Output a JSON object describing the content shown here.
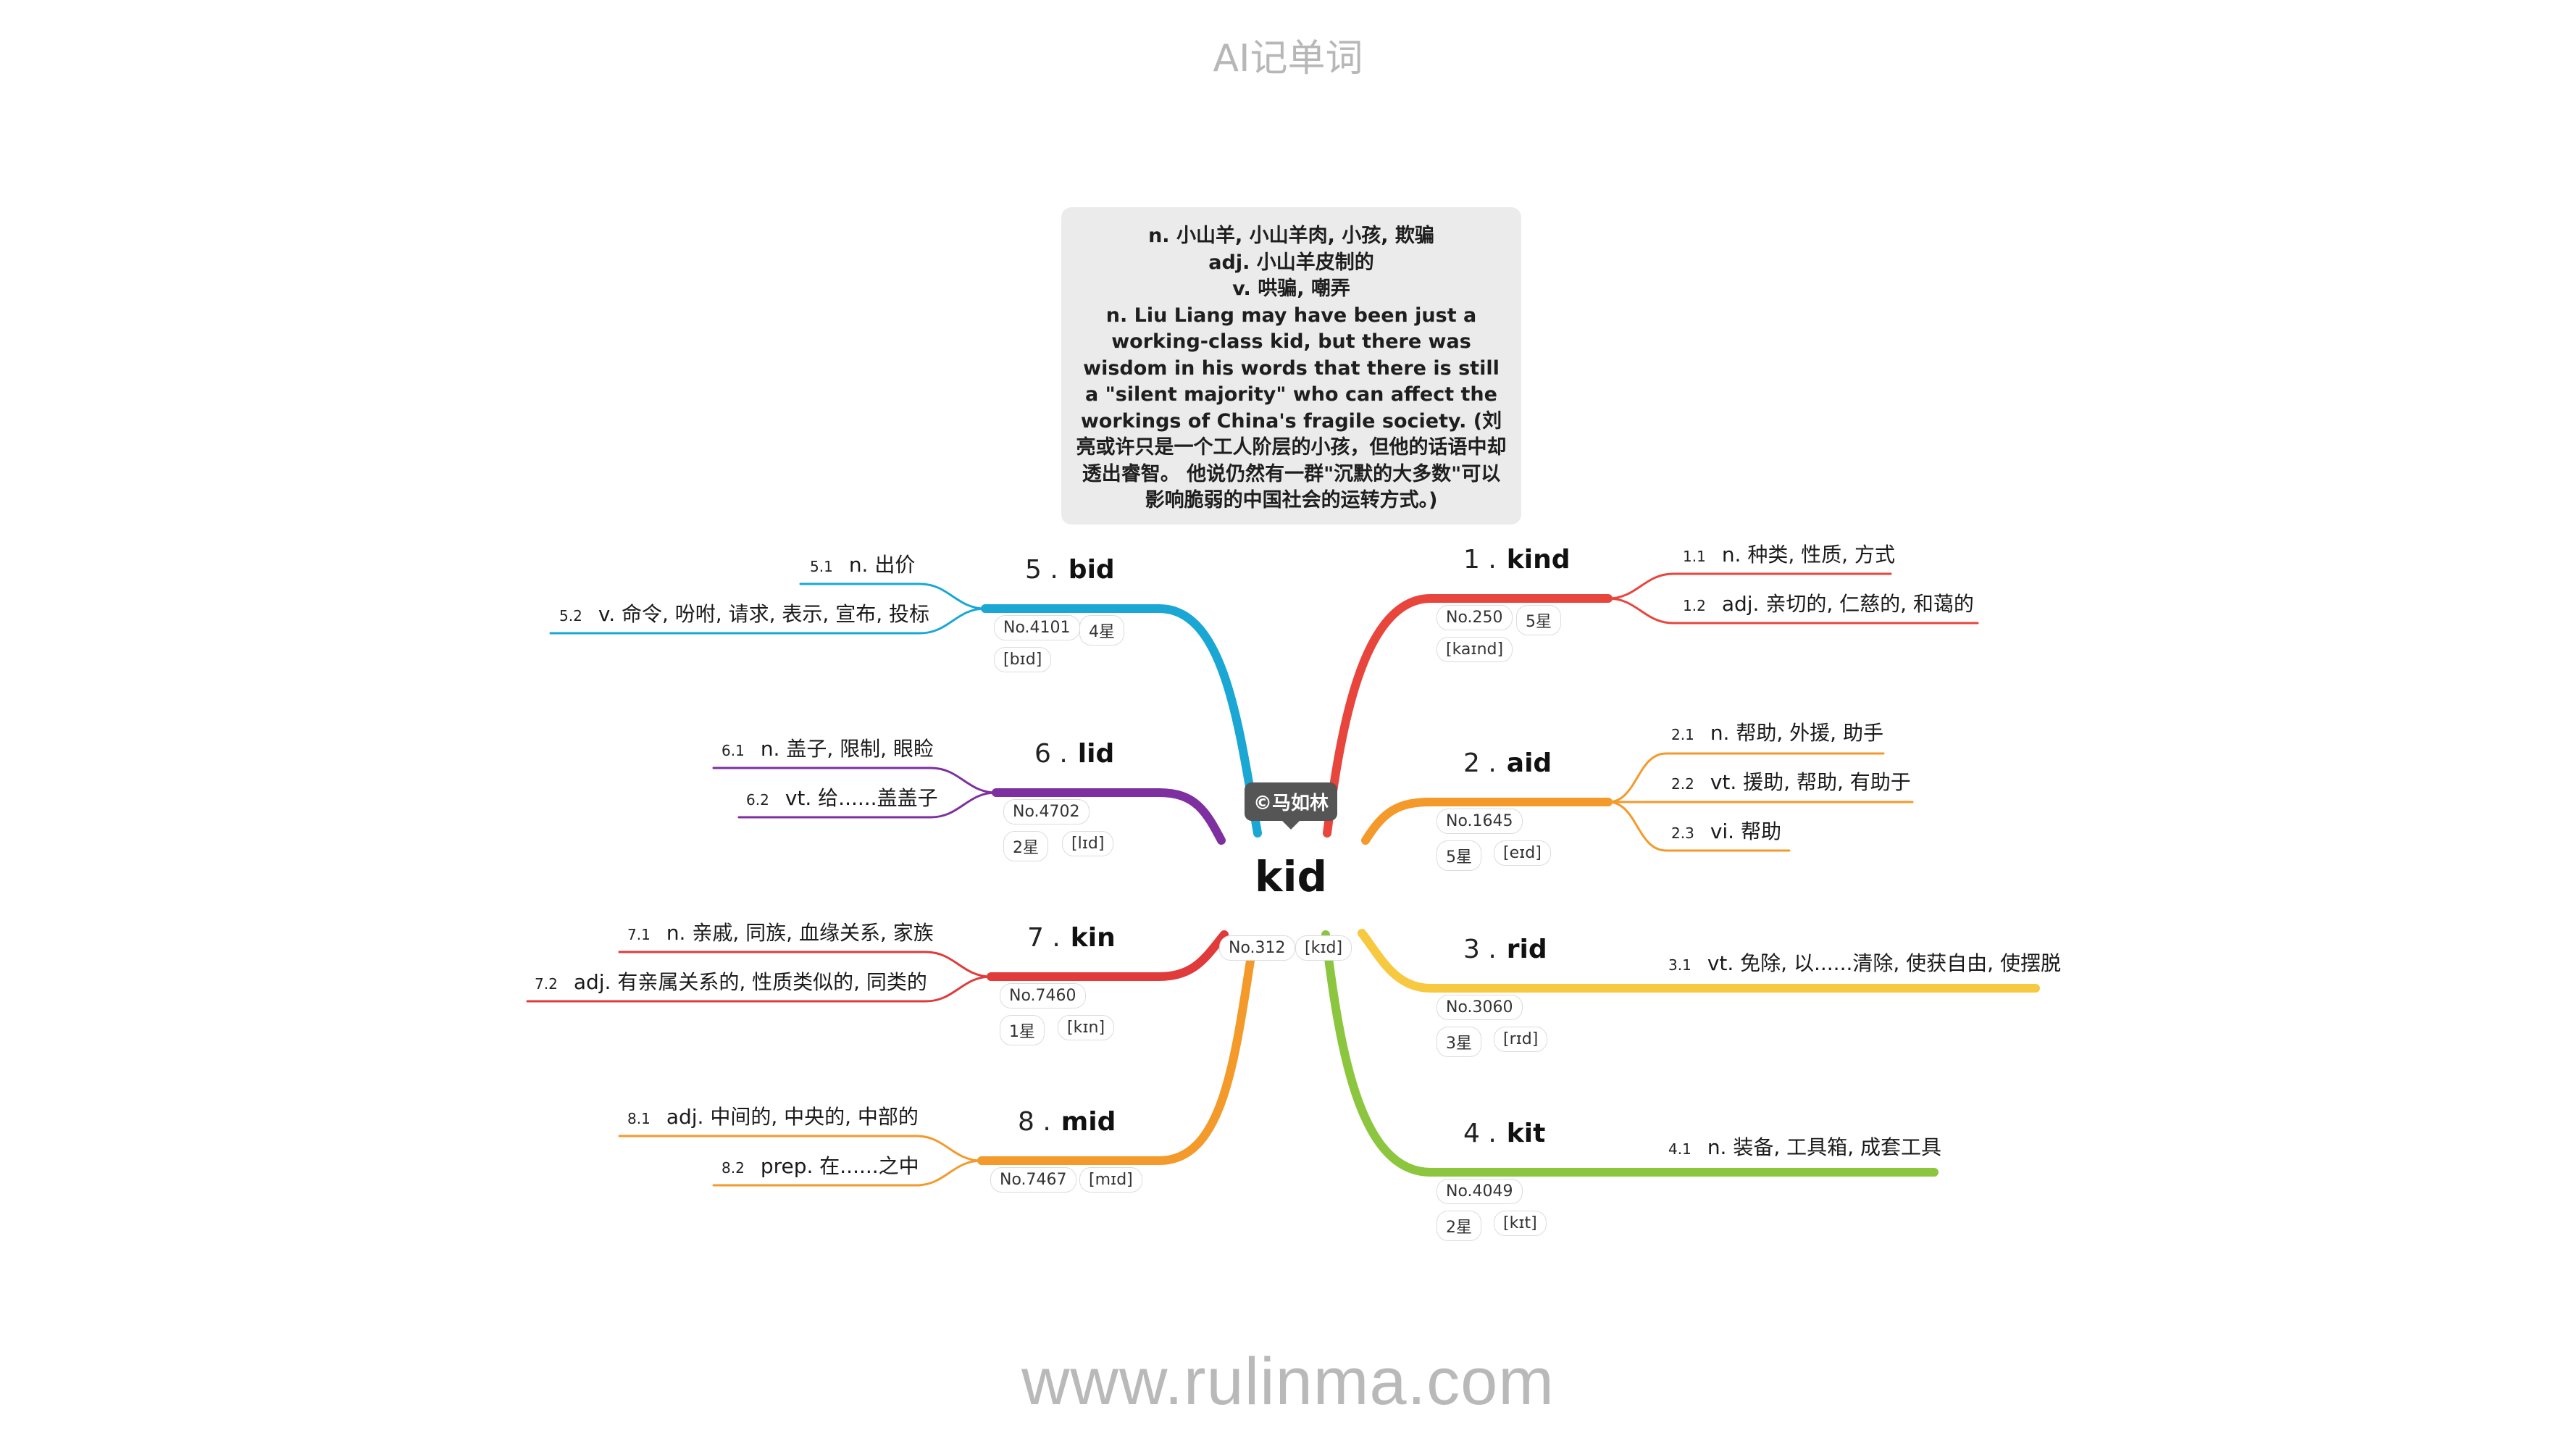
{
  "app_title": "AI记单词",
  "footer": "www.rulinma.com",
  "author": "©马如林",
  "center": {
    "word": "kid",
    "no": "No.312",
    "ipa": "[kɪd]",
    "color": "#111111"
  },
  "definition": [
    "n. 小山羊, 小山羊肉, 小孩, 欺骗",
    "adj. 小山羊皮制的",
    "v. 哄骗, 嘲弄",
    "n. Liu Liang may have been just a working-class kid, but there was wisdom in his words that there is still a \"silent majority\" who can affect the workings of China's fragile society. (刘亮或许只是一个工人阶层的小孩，但他的话语中却透出睿智。 他说仍然有一群\"沉默的大多数\"可以影响脆弱的中国社会的运转方式。)"
  ],
  "branches": [
    {
      "index": "1 .",
      "word": "kind",
      "no": "No.250",
      "stars": "5星",
      "ipa": "[kaɪnd]",
      "color": "#e8453c",
      "senses": [
        {
          "n": "1.1",
          "text": "n. 种类, 性质, 方式"
        },
        {
          "n": "1.2",
          "text": "adj. 亲切的, 仁慈的, 和蔼的"
        }
      ]
    },
    {
      "index": "2 .",
      "word": "aid",
      "no": "No.1645",
      "stars": "5星",
      "ipa": "[eɪd]",
      "color": "#f39a2b",
      "senses": [
        {
          "n": "2.1",
          "text": "n. 帮助, 外援, 助手"
        },
        {
          "n": "2.2",
          "text": "vt. 援助, 帮助, 有助于"
        },
        {
          "n": "2.3",
          "text": "vi. 帮助"
        }
      ]
    },
    {
      "index": "3 .",
      "word": "rid",
      "no": "No.3060",
      "stars": "3星",
      "ipa": "[rɪd]",
      "color": "#f7c940",
      "senses": [
        {
          "n": "3.1",
          "text": "vt. 免除, 以......清除, 使获自由, 使摆脱"
        }
      ]
    },
    {
      "index": "4 .",
      "word": "kit",
      "no": "No.4049",
      "stars": "2星",
      "ipa": "[kɪt]",
      "color": "#8cc63f",
      "senses": [
        {
          "n": "4.1",
          "text": "n. 装备, 工具箱, 成套工具"
        }
      ]
    },
    {
      "index": "5 .",
      "word": "bid",
      "no": "No.4101",
      "stars": "4星",
      "ipa": "[bɪd]",
      "color": "#1aa7d4",
      "senses": [
        {
          "n": "5.1",
          "text": "n. 出价"
        },
        {
          "n": "5.2",
          "text": "v. 命令, 吩咐, 请求, 表示, 宣布, 投标"
        }
      ]
    },
    {
      "index": "6 .",
      "word": "lid",
      "no": "No.4702",
      "stars": "2星",
      "ipa": "[lɪd]",
      "color": "#7e2fa0",
      "senses": [
        {
          "n": "6.1",
          "text": "n. 盖子, 限制, 眼睑"
        },
        {
          "n": "6.2",
          "text": "vt. 给......盖盖子"
        }
      ]
    },
    {
      "index": "7 .",
      "word": "kin",
      "no": "No.7460",
      "stars": "1星",
      "ipa": "[kɪn]",
      "color": "#e03a3a",
      "senses": [
        {
          "n": "7.1",
          "text": "n. 亲戚, 同族, 血缘关系, 家族"
        },
        {
          "n": "7.2",
          "text": "adj. 有亲属关系的, 性质类似的, 同类的"
        }
      ]
    },
    {
      "index": "8 .",
      "word": "mid",
      "no": "No.7467",
      "stars": "",
      "ipa": "[mɪd]",
      "color": "#f39a2b",
      "senses": [
        {
          "n": "8.1",
          "text": "adj. 中间的, 中央的, 中部的"
        },
        {
          "n": "8.2",
          "text": "prep. 在......之中"
        }
      ]
    }
  ]
}
